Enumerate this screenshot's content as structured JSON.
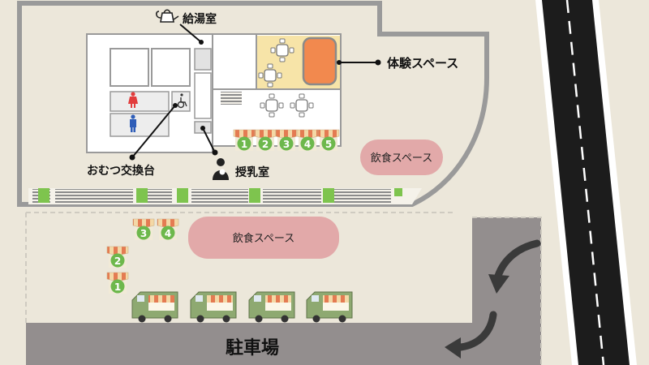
{
  "labels": {
    "kyuto": "給湯室",
    "taiken": "体験スペース",
    "omutsu": "おむつ交換台",
    "junyu": "授乳室",
    "inshoku_1": "飲食スペース",
    "inshoku_2": "飲食スペース",
    "parking": "駐車場"
  },
  "stalls_inside": [
    "1",
    "2",
    "3",
    "4",
    "5"
  ],
  "stalls_outside": [
    "1",
    "2",
    "3",
    "4"
  ],
  "colors": {
    "ground": "#ece7da",
    "building_outline": "#9c9c9c",
    "parking": "#938e8e",
    "pill": "#e2a9a9",
    "tatami": "#f7e4a8",
    "orange_table": "#f2894e",
    "stall_green": "#6db84c",
    "truck": "#8ea971",
    "road": "#1a1a1a"
  },
  "icons": [
    "kettle-icon",
    "nursing-mother-icon",
    "toilet-female-icon",
    "toilet-male-icon",
    "wheelchair-icon",
    "curved-arrow-icon"
  ]
}
